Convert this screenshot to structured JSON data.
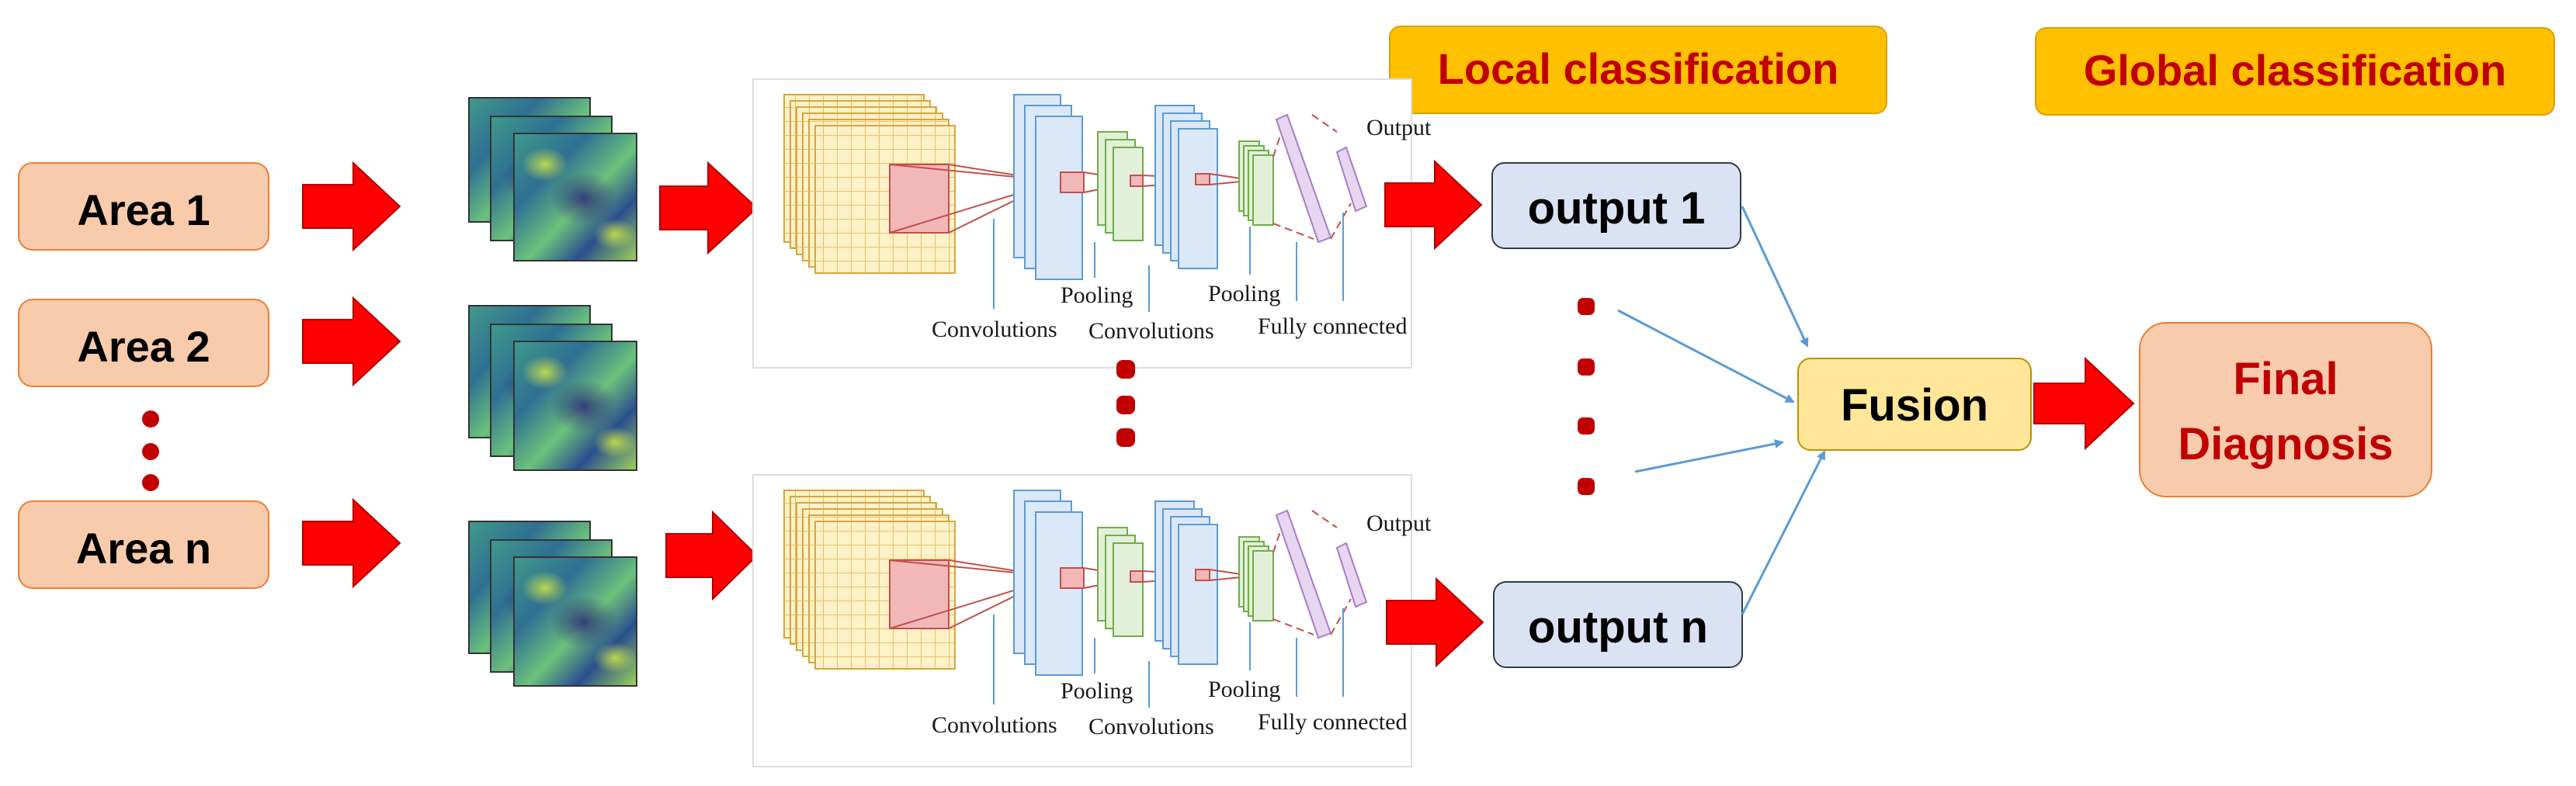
{
  "headers": {
    "local": "Local classification",
    "global": "Global classification"
  },
  "areas": [
    "Area 1",
    "Area 2",
    "Area n"
  ],
  "cnn_labels": {
    "convolutions": "Convolutions",
    "pooling": "Pooling",
    "fully_connected": "Fully connected",
    "output": "Output"
  },
  "outputs": [
    "output 1",
    "output n"
  ],
  "fusion": "Fusion",
  "final": [
    "Final",
    "Diagnosis"
  ],
  "colors": {
    "area_fill": "#f8cbad",
    "area_stroke": "#ed7d31",
    "header_fill": "#ffc000",
    "header_text": "#c00000",
    "arrow_red": "#ff0000",
    "dot_red": "#c00000",
    "output_fill": "#dae3f3",
    "fusion_fill": "#ffe699",
    "connector_blue": "#5b9bd5"
  }
}
